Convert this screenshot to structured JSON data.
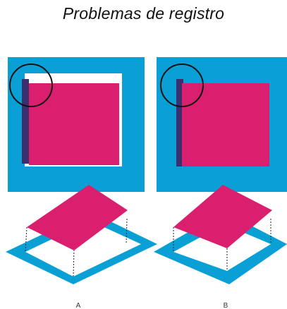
{
  "title": "Problemas de registro",
  "panels": [
    {
      "label": "A"
    },
    {
      "label": "B"
    }
  ],
  "colors": {
    "cyan": "#0aa0d6",
    "magenta": "#da1f6e",
    "dark_overprint": "#3b2f6e",
    "outline": "#111111",
    "white": "#ffffff"
  }
}
